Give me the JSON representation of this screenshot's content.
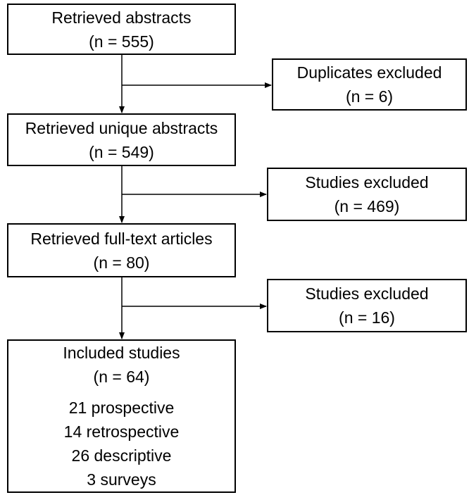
{
  "boxes": {
    "retrieved": {
      "title": "Retrieved abstracts",
      "count": "(n = 555)"
    },
    "duplicates": {
      "title": "Duplicates excluded",
      "count": "(n = 6)"
    },
    "unique": {
      "title": "Retrieved unique abstracts",
      "count": "(n = 549)"
    },
    "excluded1": {
      "title": "Studies excluded",
      "count": "(n = 469)"
    },
    "fulltext": {
      "title": "Retrieved full-text articles",
      "count": "(n = 80)"
    },
    "excluded2": {
      "title": "Studies excluded",
      "count": "(n = 16)"
    },
    "included": {
      "title": "Included studies",
      "count": "(n = 64)",
      "breakdown": [
        "21 prospective",
        "14 retrospective",
        "26 descriptive",
        "3 surveys"
      ]
    }
  }
}
